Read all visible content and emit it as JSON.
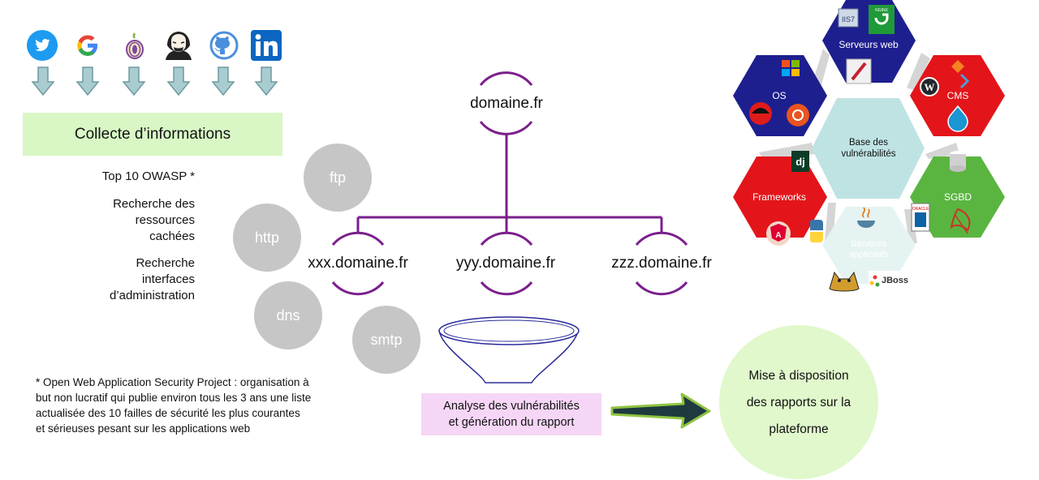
{
  "sources": [
    {
      "icon": "twitter-icon",
      "color": "#1d9bf0"
    },
    {
      "icon": "google-icon",
      "color": "#4285f4"
    },
    {
      "icon": "tor-icon",
      "color": "#7e4798"
    },
    {
      "icon": "anonymous-icon",
      "color": "#222222"
    },
    {
      "icon": "github-icon",
      "color": "#4a8fdc"
    },
    {
      "icon": "linkedin-icon",
      "color": "#0a66c2"
    }
  ],
  "collect_label": "Collecte d’informations",
  "methods": {
    "owasp": "Top 10 OWASP *",
    "resources": [
      "Recherche des",
      "ressources",
      "cachées"
    ],
    "admin": [
      "Recherche",
      "interfaces",
      "d’administration"
    ]
  },
  "protocols": [
    "ftp",
    "http",
    "dns",
    "smtp"
  ],
  "domains": {
    "root": "domaine.fr",
    "subs": [
      "xxx.domaine.fr",
      "yyy.domaine.fr",
      "zzz.domaine.fr"
    ]
  },
  "footnote": [
    "* Open Web Application Security Project : organisation à",
    "but non lucratif qui publie environ tous les 3 ans une liste",
    "actualisée des 10 failles de sécurité les plus courantes",
    "et sérieuses pesant sur les applications web"
  ],
  "analyse": [
    "Analyse des vulnérabilités",
    "et génération du rapport"
  ],
  "mise": [
    "Mise à disposition",
    "des rapports sur la",
    "plateforme"
  ],
  "hexagons": {
    "center": [
      "Base des",
      "vulnérabilités"
    ],
    "web": "Serveurs web",
    "web_logos": [
      "IIS7",
      "NGINX"
    ],
    "os": "OS",
    "cms": "CMS",
    "frameworks": "Frameworks",
    "frameworks_logo": "dj",
    "sgbd": "SGBD",
    "sgbd_logo": "ORACLE",
    "app": [
      "Serveurs",
      "applicatifs"
    ],
    "app_logo": "JBoss"
  },
  "colors": {
    "branch": "#7b1f8c",
    "arrow_fill": "#1e3a3f",
    "arrow_border": "#8fc43f",
    "hex_blue": "#1e1f8f",
    "hex_red": "#e3151a",
    "hex_green": "#5ab540",
    "hex_center": "#bfe3e3"
  }
}
